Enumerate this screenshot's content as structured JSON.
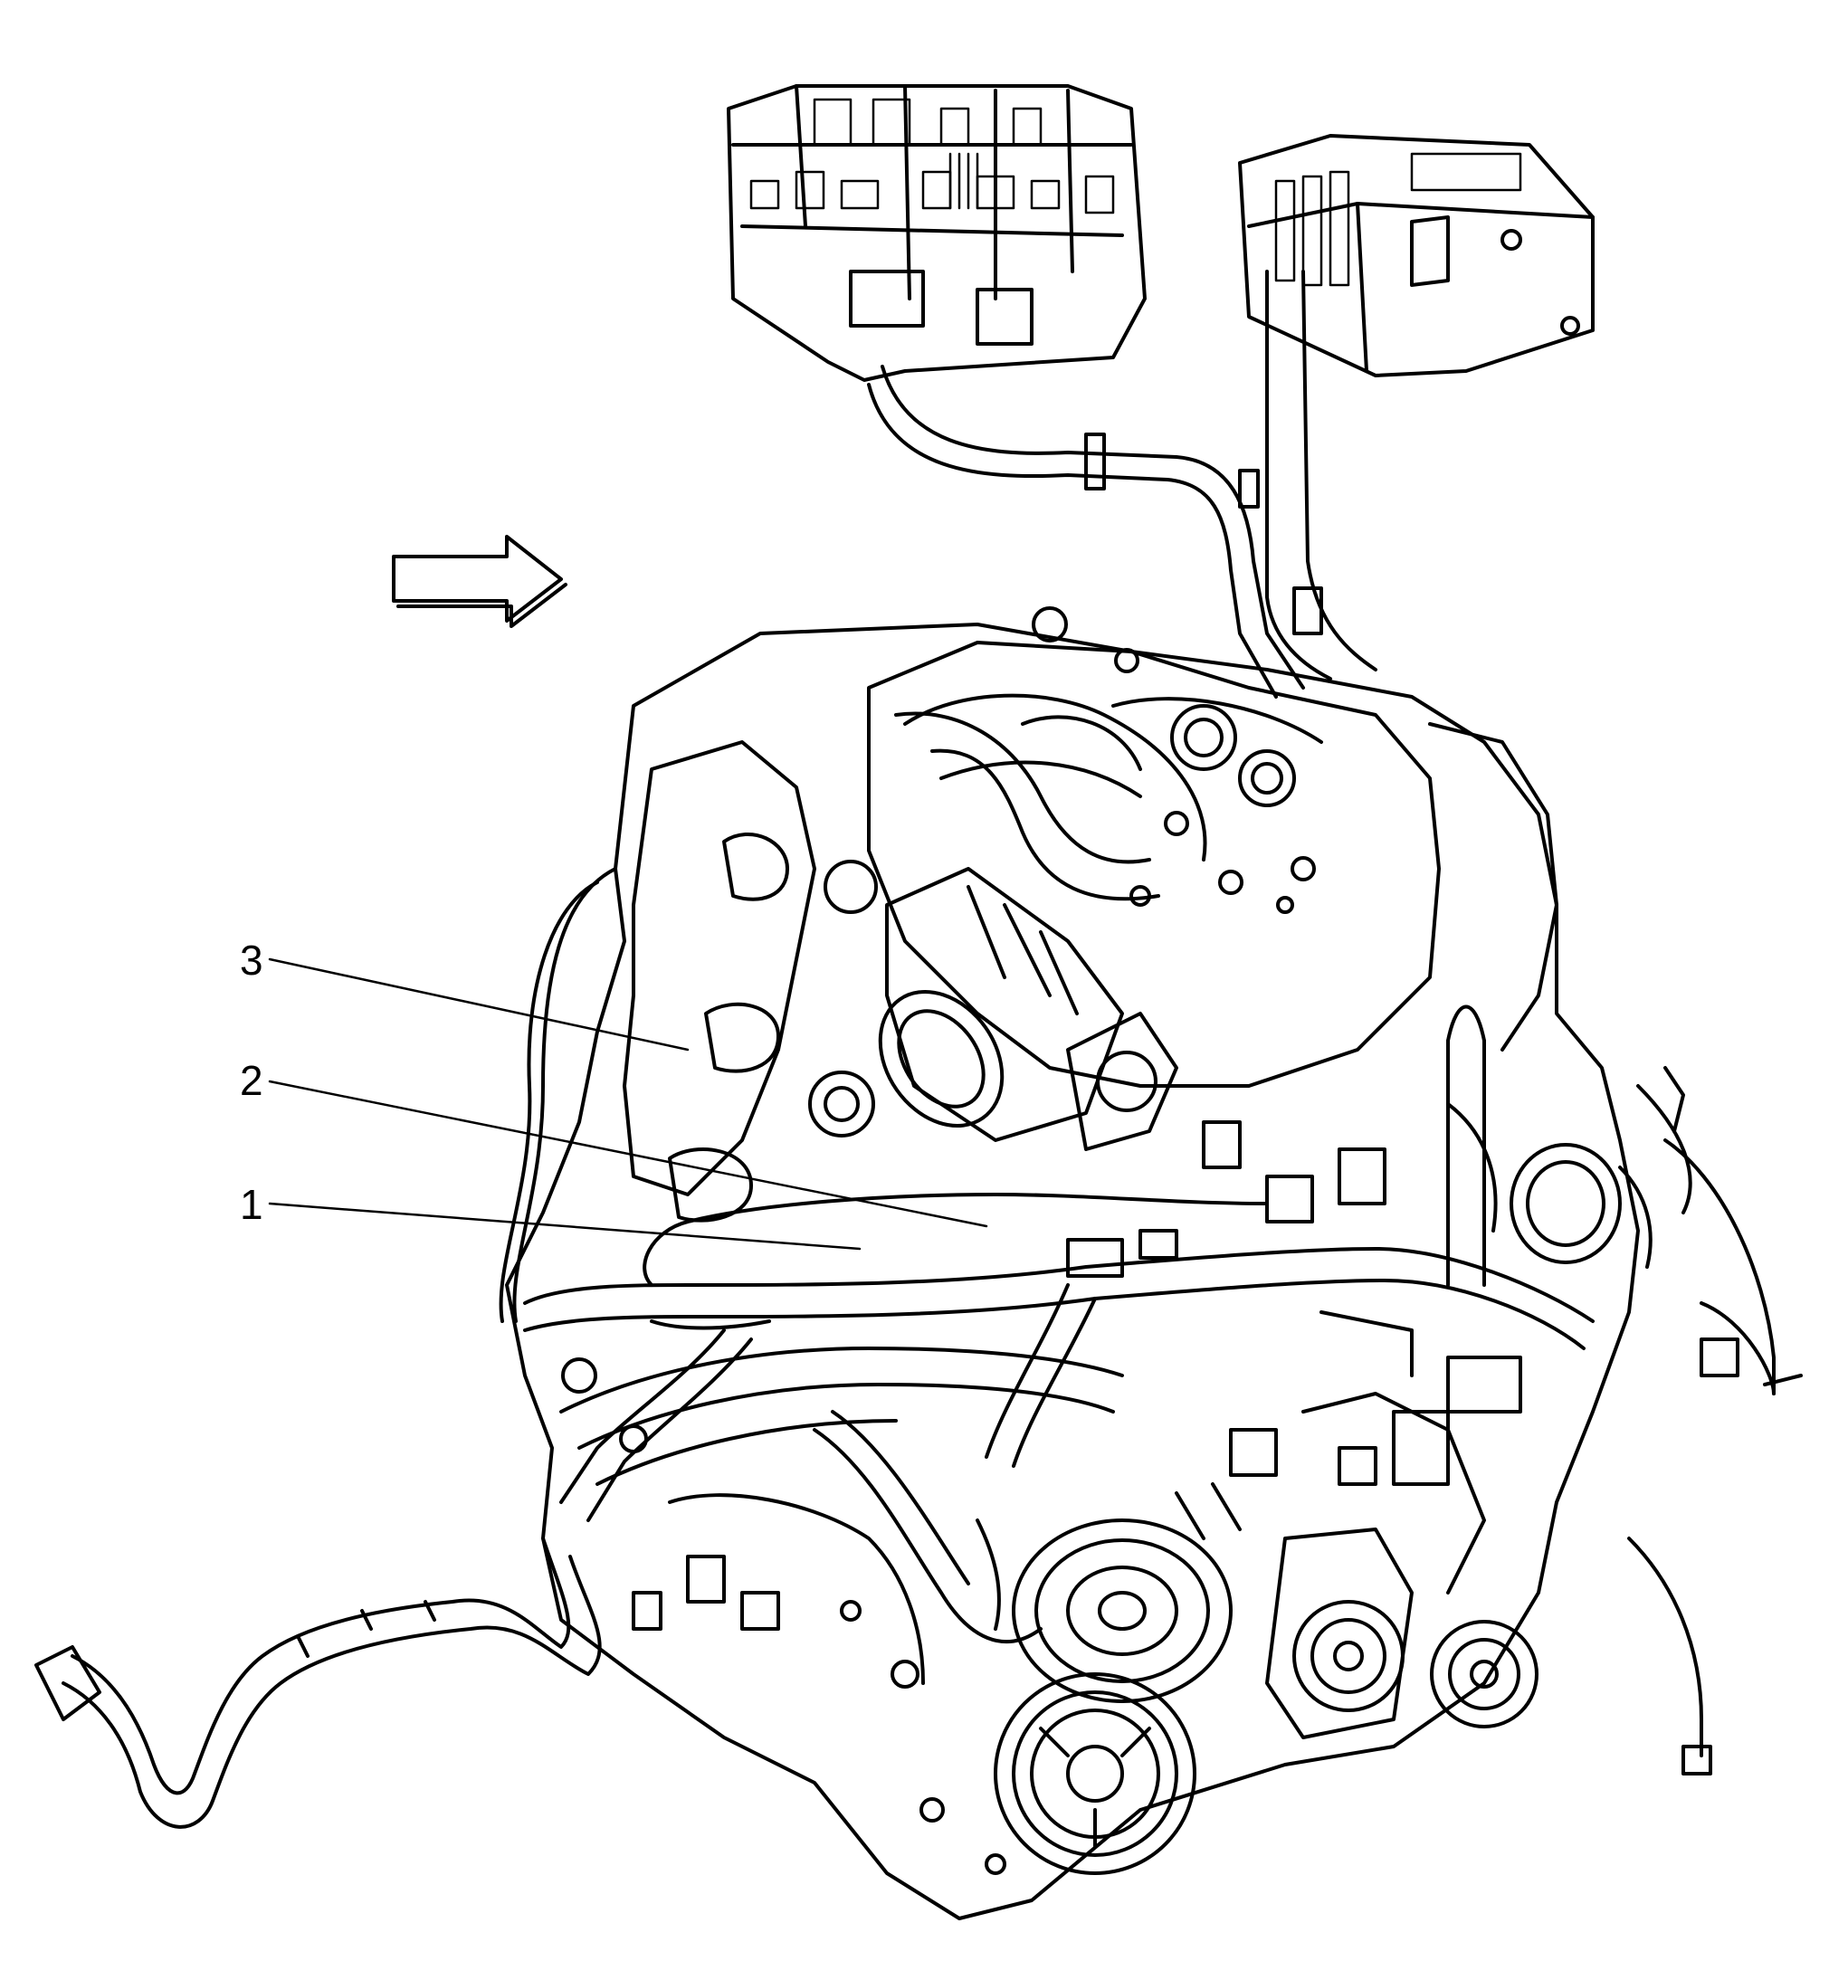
{
  "diagram": {
    "callouts": [
      {
        "id": "callout-1",
        "label": "1"
      },
      {
        "id": "callout-2",
        "label": "2"
      },
      {
        "id": "callout-3",
        "label": "3"
      }
    ],
    "colors": {
      "line": "#000000",
      "background": "#ffffff"
    },
    "icons": [
      "direction-arrow-icon"
    ]
  }
}
